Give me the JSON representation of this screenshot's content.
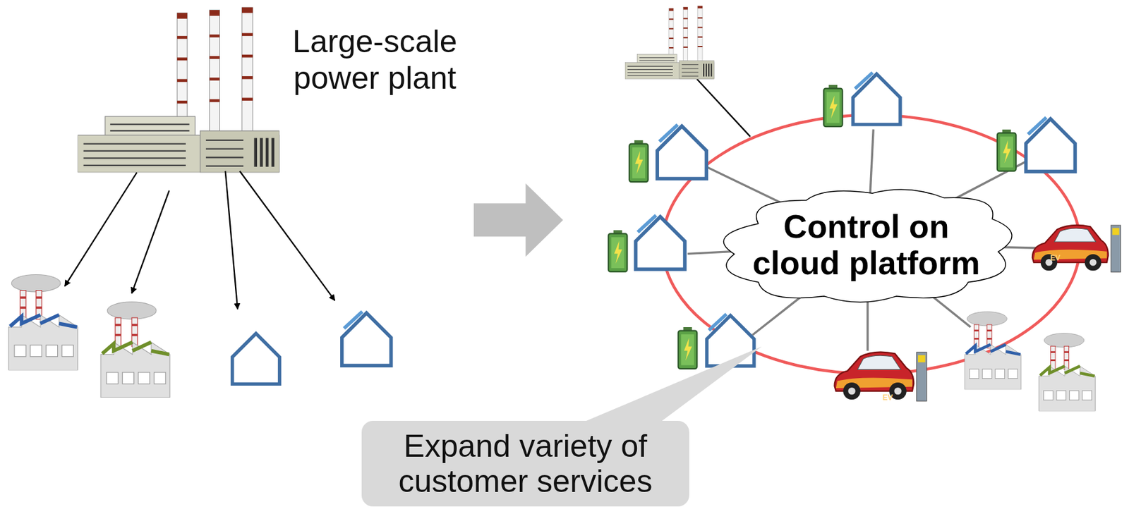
{
  "diagram": {
    "nodes": [
      {
        "text": [
          "Control on cloud platform"
        ]
      },
      {
        "text": [
          "Expand variety of customer services"
        ]
      }
    ],
    "labels": [
      "Large-scale power plant",
      "EV",
      "EV"
    ]
  }
}
